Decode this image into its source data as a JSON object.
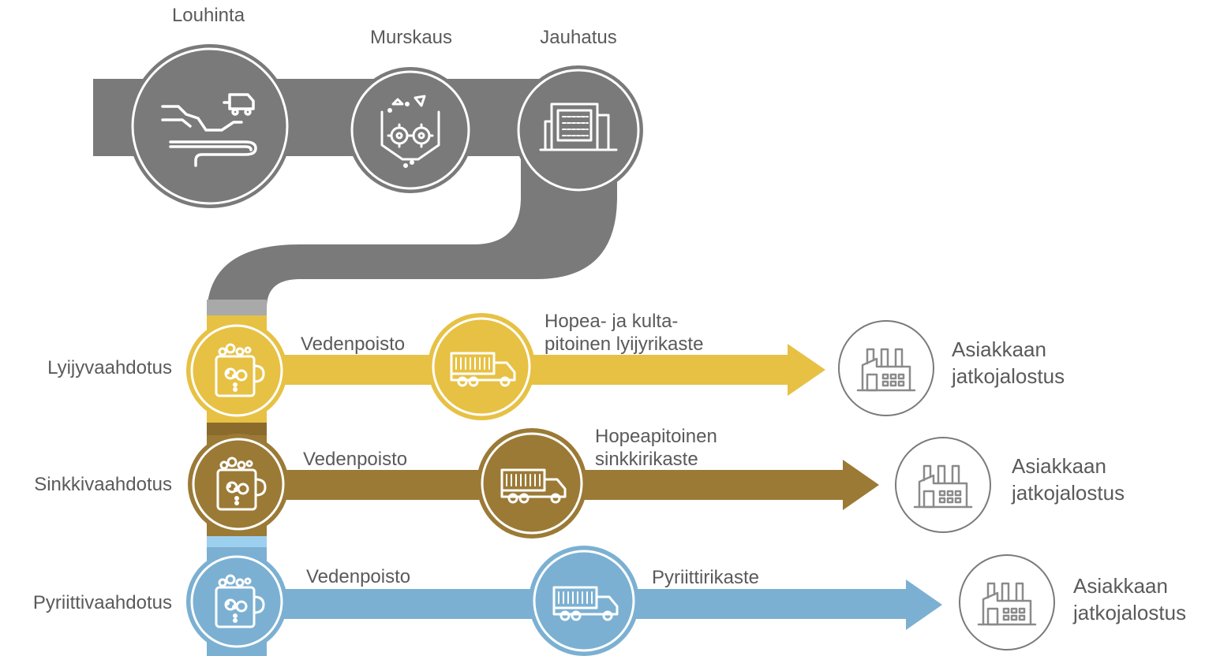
{
  "colors": {
    "gray": "#7a7a7a",
    "gray_light": "#a9a9a9",
    "yellow": "#e7c144",
    "brown": "#9b7a36",
    "blue": "#7bb0d2",
    "blue_light": "#9cd0ee",
    "text": "#5a5a5a",
    "outline": "#7a7a7a"
  },
  "top_stages": {
    "mining": "Louhinta",
    "crushing": "Murskaus",
    "grinding": "Jauhatus"
  },
  "rows": [
    {
      "key": "lead",
      "stage": "Lyijyvaahdotus",
      "dewatering": "Vedenpoisto",
      "product_line1": "Hopea- ja kulta-",
      "product_line2": "pitoinen lyijyrikaste",
      "customer_line1": "Asiakkaan",
      "customer_line2": "jatkojalostus"
    },
    {
      "key": "zinc",
      "stage": "Sinkkivaahdotus",
      "dewatering": "Vedenpoisto",
      "product_line1": "Hopeapitoinen",
      "product_line2": "sinkkirikaste",
      "customer_line1": "Asiakkaan",
      "customer_line2": "jatkojalostus"
    },
    {
      "key": "pyrite",
      "stage": "Pyriittivaahdotus",
      "dewatering": "Vedenpoisto",
      "product_line1": "Pyriittirikaste",
      "product_line2": "",
      "customer_line1": "Asiakkaan",
      "customer_line2": "jatkojalostus"
    }
  ],
  "icons": {
    "mining": "mine-tunnel-icon",
    "crushing": "crusher-icon",
    "grinding": "grinding-mill-icon",
    "flotation": "flotation-cell-icon",
    "transport": "truck-icon",
    "customer": "factory-icon"
  }
}
